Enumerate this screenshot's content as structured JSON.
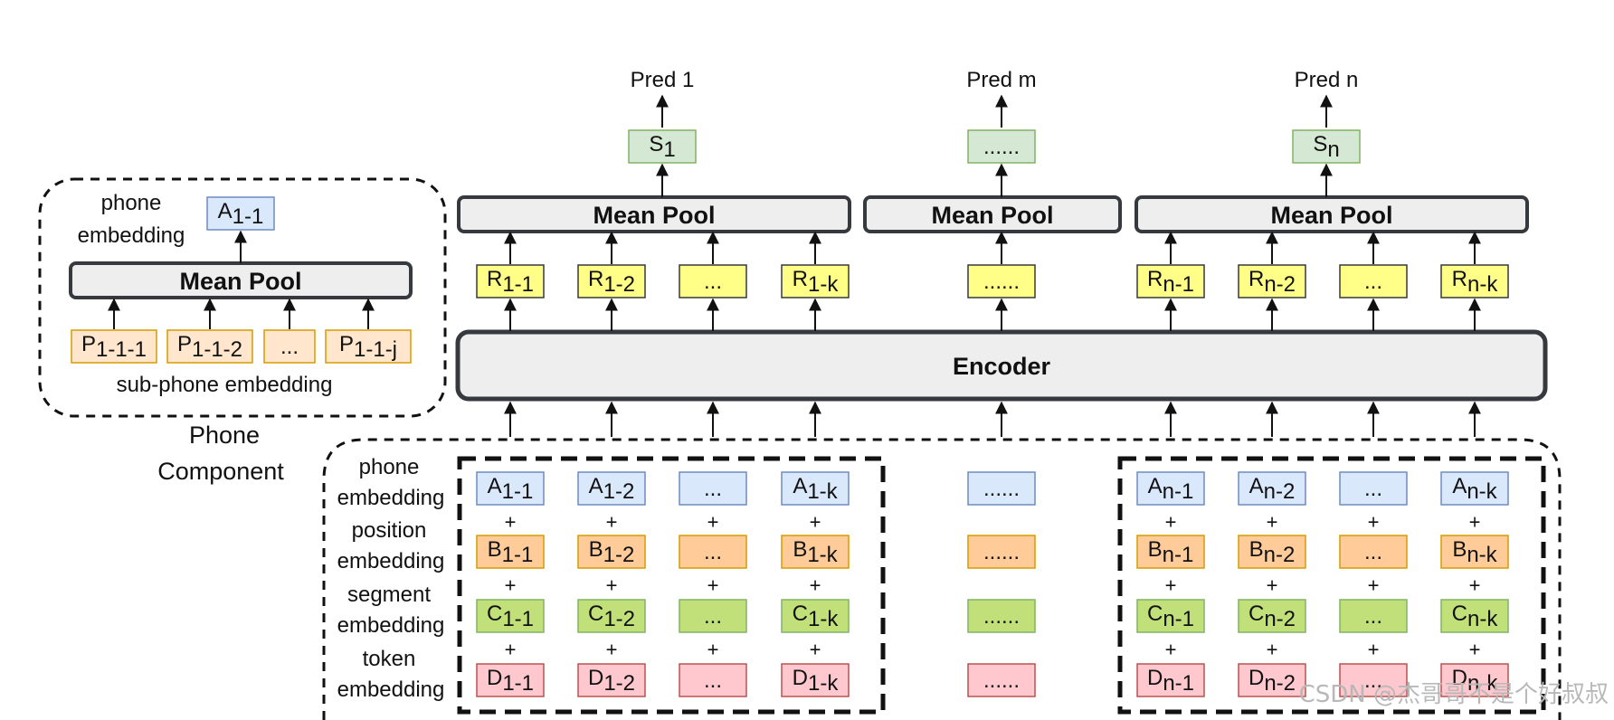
{
  "outputs": [
    {
      "pred": "Pred 1",
      "score": "S",
      "score_sub": "1"
    },
    {
      "pred": "Pred m",
      "score": "......",
      "score_sub": ""
    },
    {
      "pred": "Pred n",
      "score": "S",
      "score_sub": "n"
    }
  ],
  "mean_pool_label": "Mean Pool",
  "encoder_label": "Encoder",
  "encoder_outputs": {
    "left": [
      {
        "main": "R",
        "sub": "1-1"
      },
      {
        "main": "R",
        "sub": "1-2"
      },
      {
        "main": "...",
        "sub": ""
      },
      {
        "main": "R",
        "sub": "1-k"
      }
    ],
    "middle": {
      "main": "......",
      "sub": ""
    },
    "right": [
      {
        "main": "R",
        "sub": "n-1"
      },
      {
        "main": "R",
        "sub": "n-2"
      },
      {
        "main": "...",
        "sub": ""
      },
      {
        "main": "R",
        "sub": "n-k"
      }
    ]
  },
  "phone_component": {
    "title_line1": "Phone",
    "title_line2": "Component",
    "output_label_line1": "phone",
    "output_label_line2": "embedding",
    "output": {
      "main": "A",
      "sub": "1-1"
    },
    "mean_pool_label": "Mean Pool",
    "inputs": [
      {
        "main": "P",
        "sub": "1-1-1"
      },
      {
        "main": "P",
        "sub": "1-1-2"
      },
      {
        "main": "...",
        "sub": ""
      },
      {
        "main": "P",
        "sub": "1-1-j"
      }
    ],
    "inputs_label": "sub-phone embedding"
  },
  "embedding_rows": [
    {
      "label_line1": "phone",
      "label_line2": "embedding",
      "color": "#dae8fc",
      "stroke": "#6c8ebf",
      "letter_left": "A",
      "letter_right": "A",
      "middle": "......"
    },
    {
      "label_line1": "position",
      "label_line2": "embedding",
      "color": "#ffcc99",
      "stroke": "#d79b00",
      "letter_left": "B",
      "letter_right": "B",
      "middle": "......"
    },
    {
      "label_line1": "segment",
      "label_line2": "embedding",
      "color": "#c2e07a",
      "stroke": "#82b366",
      "letter_left": "C",
      "letter_right": "C",
      "middle": "......"
    },
    {
      "label_line1": "token",
      "label_line2": "embedding",
      "color": "#ffc7ce",
      "stroke": "#b85450",
      "letter_left": "D",
      "letter_right": "D",
      "middle": "......"
    }
  ],
  "left_subs": [
    "1-1",
    "1-2",
    "",
    "1-k"
  ],
  "right_subs": [
    "n-1",
    "n-2",
    "",
    "n-k"
  ],
  "ellipsis": "...",
  "plus": "+",
  "colors": {
    "score_fill": "#d5e8d4",
    "score_stroke": "#82b366",
    "r_fill": "#ffff88",
    "r_stroke": "#36393d",
    "pool_fill": "#eeeeee",
    "pool_stroke": "#36393d",
    "p_fill": "#ffe6cc",
    "p_stroke": "#d79b00",
    "a_fill": "#dae8fc",
    "a_stroke": "#6c8ebf"
  },
  "watermark": "CSDN @杰哥哥不是个好叔叔"
}
